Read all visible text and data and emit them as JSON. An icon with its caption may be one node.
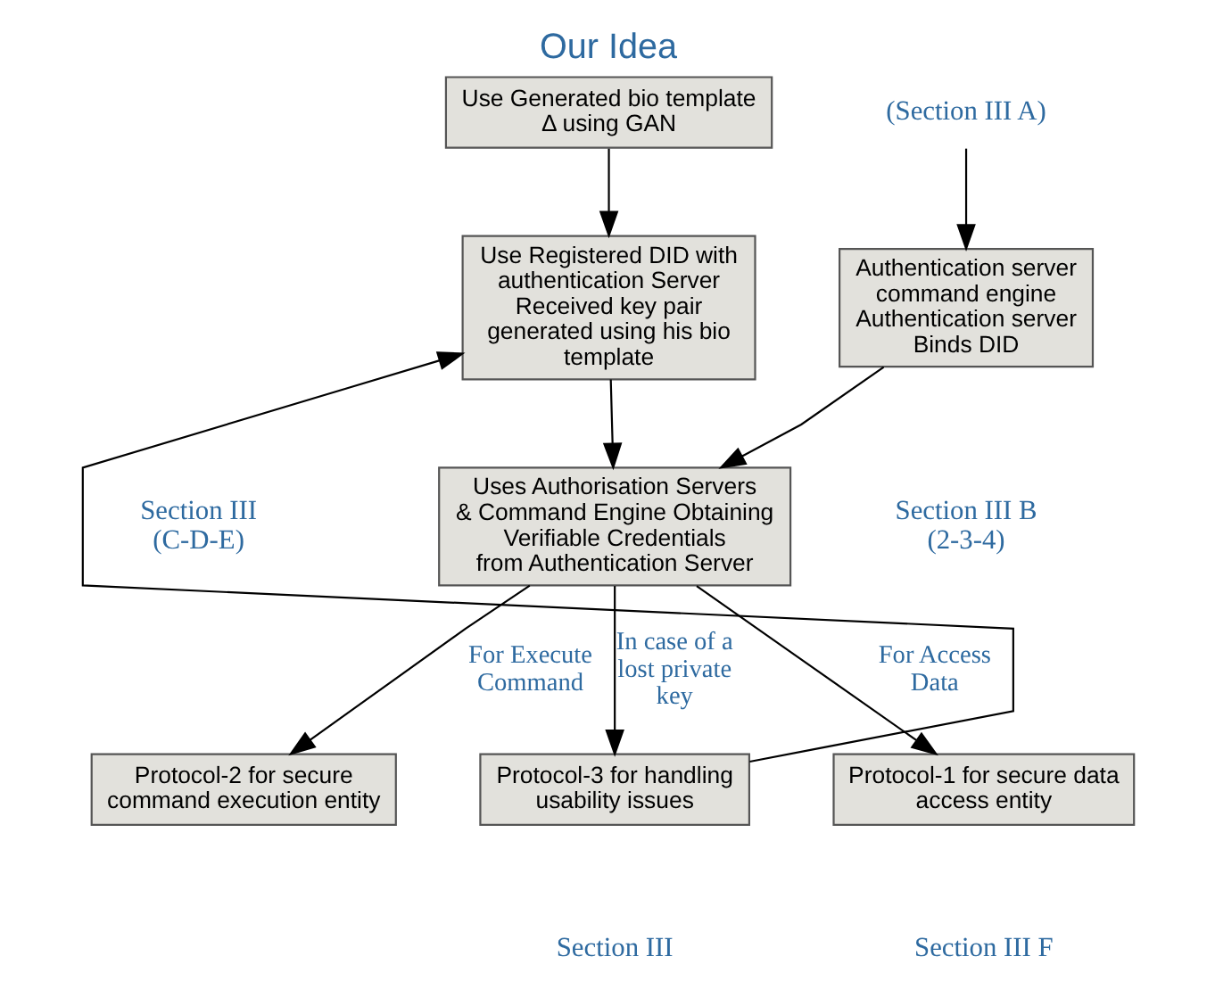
{
  "diagram": {
    "title": "Our Idea",
    "nodes": [
      {
        "text": [
          "Use Generated bio template Δ using GAN"
        ]
      },
      {
        "text": [
          "(Section III A)"
        ]
      },
      {
        "text": [
          "Use Registered DID with authentication Server Received key pair generated using his bio template"
        ]
      },
      {
        "text": [
          "Authentication server command engine Authentication server Binds DID"
        ]
      },
      {
        "text": [
          "Uses Authorisation Servers & Command Engine Obtaining Verifiable Credentials from Authentication Server"
        ]
      },
      {
        "text": [
          "Protocol-1 for secure data access entity"
        ]
      },
      {
        "text": [
          "Protocol-2 for secure command execution entity"
        ]
      },
      {
        "text": [
          "Protocol-3 for handling usability issues"
        ]
      }
    ],
    "edges": [
      {
        "from": 0,
        "to": 2,
        "arrow": "to"
      },
      {
        "from": 1,
        "to": 3,
        "arrow": "to"
      },
      {
        "from": 2,
        "to": 4,
        "arrow": "to"
      },
      {
        "from": 3,
        "to": 4,
        "arrow": "to"
      },
      {
        "from": 4,
        "to": 5,
        "arrow": "to",
        "label": "For Access Data"
      },
      {
        "from": 4,
        "to": 6,
        "arrow": "to",
        "label": "For Execute Command"
      },
      {
        "from": 4,
        "to": 7,
        "arrow": "to",
        "label": "In case of a lost private key"
      },
      {
        "from": 7,
        "to": 2,
        "arrow": "to"
      }
    ],
    "labels": [
      "Section III B (2-3-4)",
      "Section III (C-D-E)",
      "Section III F",
      "Section III"
    ]
  }
}
